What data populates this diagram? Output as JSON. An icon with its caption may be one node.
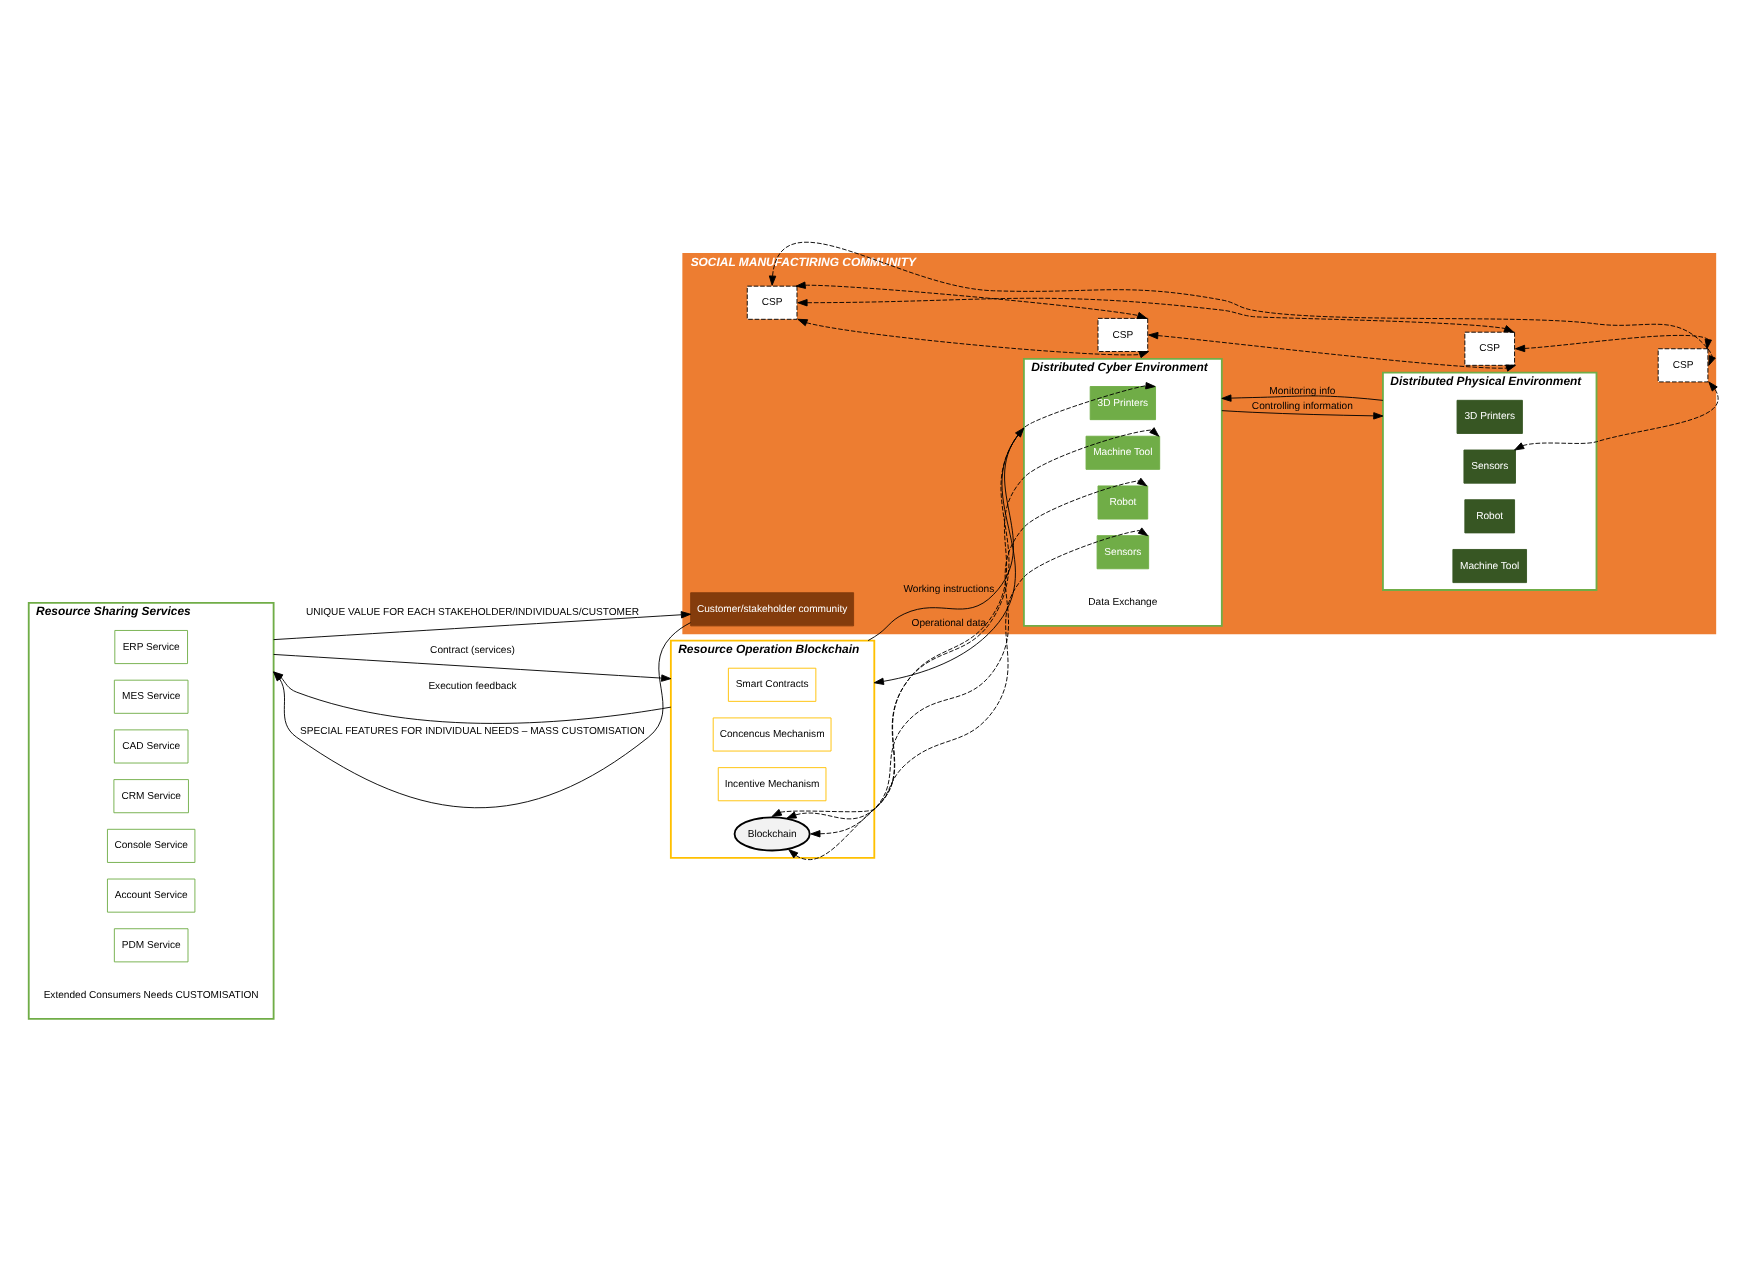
{
  "diagram": {
    "nodes": [
      {
        "text": [
          "Resource Sharing Services",
          "Extended Consumers Needs CUSTOMISATION"
        ]
      },
      {
        "text": [
          "ERP Service"
        ],
        "in": 0
      },
      {
        "text": [
          "MES Service"
        ],
        "in": 0
      },
      {
        "text": [
          "CAD Service"
        ],
        "in": 0
      },
      {
        "text": [
          "CRM Service"
        ],
        "in": 0
      },
      {
        "text": [
          "Console Service"
        ],
        "in": 0
      },
      {
        "text": [
          "Account Service"
        ],
        "in": 0
      },
      {
        "text": [
          "PDM Service"
        ],
        "in": 0
      },
      {
        "text": [
          "Resource Operation Blockchain"
        ]
      },
      {
        "text": [
          "Smart Contracts"
        ],
        "in": 8
      },
      {
        "text": [
          "Concencus Mechanism"
        ],
        "in": 8
      },
      {
        "text": [
          "Incentive Mechanism"
        ],
        "in": 8
      },
      {
        "text": [
          "Blockchain"
        ],
        "in": 8
      },
      {
        "text": [
          "SOCIAL MANUFACTIRING COMMUNITY"
        ]
      },
      {
        "text": [
          "Distributed Cyber Environment",
          "Data Exchange"
        ],
        "in": 13
      },
      {
        "text": [
          "3D Printers"
        ],
        "in": 14
      },
      {
        "text": [
          "Sensors"
        ],
        "in": 14
      },
      {
        "text": [
          "Robot"
        ],
        "in": 14
      },
      {
        "text": [
          "Machine Tool"
        ],
        "in": 14
      },
      {
        "text": [
          "Distributed Physical Environment"
        ],
        "in": 13
      },
      {
        "text": [
          "3D Printers"
        ],
        "in": 19
      },
      {
        "text": [
          "Sensors"
        ],
        "in": 19
      },
      {
        "text": [
          "Robot"
        ],
        "in": 19
      },
      {
        "text": [
          "Machine Tool"
        ],
        "in": 19
      },
      {
        "text": [
          "CSP"
        ],
        "in": 13
      },
      {
        "text": [
          "CSP"
        ],
        "in": 13
      },
      {
        "text": [
          "CSP"
        ],
        "in": 13
      },
      {
        "text": [
          "CSP"
        ],
        "in": 13
      },
      {
        "text": [
          "Customer/stakeholder community"
        ],
        "in": 13
      }
    ],
    "edges": [
      {
        "from": 0,
        "to": 28,
        "arrow": "to",
        "label": "UNIQUE VALUE FOR EACH STAKEHOLDER/INDIVIDUALS/CUSTOMER"
      },
      {
        "from": 0,
        "to": 8,
        "arrow": "to",
        "label": "Contract (services)"
      },
      {
        "from": 8,
        "to": 14,
        "arrow": "to",
        "label": "Working instructions"
      },
      {
        "from": 14,
        "to": 19,
        "arrow": "to",
        "label": "Controlling information"
      },
      {
        "from": 8,
        "to": 0,
        "arrow": "to",
        "label": "Execution feedback"
      },
      {
        "from": 14,
        "to": 8,
        "arrow": "to",
        "label": "Operational data"
      },
      {
        "from": 19,
        "to": 14,
        "arrow": "to",
        "label": "Monitoring info"
      },
      {
        "from": 28,
        "to": 0,
        "arrow": "to",
        "label": "SPECIAL FEATURES FOR INDIVIDUAL NEEDS – MASS CUSTOMISATION"
      },
      {
        "from": 12,
        "to": 15,
        "arrow": "both",
        "style": "dashed"
      },
      {
        "from": 12,
        "to": 16,
        "arrow": "both",
        "style": "dashed"
      },
      {
        "from": 12,
        "to": 17,
        "arrow": "both",
        "style": "dashed"
      },
      {
        "from": 12,
        "to": 18,
        "arrow": "both",
        "style": "dashed"
      },
      {
        "from": 24,
        "to": 25,
        "arrow": "both",
        "style": "dashed"
      },
      {
        "from": 24,
        "to": 25,
        "arrow": "both",
        "style": "dashed"
      },
      {
        "from": 24,
        "to": 26,
        "arrow": "both",
        "style": "dashed"
      },
      {
        "from": 25,
        "to": 26,
        "arrow": "both",
        "style": "dashed"
      },
      {
        "from": 26,
        "to": 27,
        "arrow": "both",
        "style": "dashed"
      },
      {
        "from": 21,
        "to": 27,
        "arrow": "both",
        "style": "dashed"
      },
      {
        "from": 24,
        "to": 27,
        "arrow": "both",
        "style": "dashed"
      }
    ]
  }
}
